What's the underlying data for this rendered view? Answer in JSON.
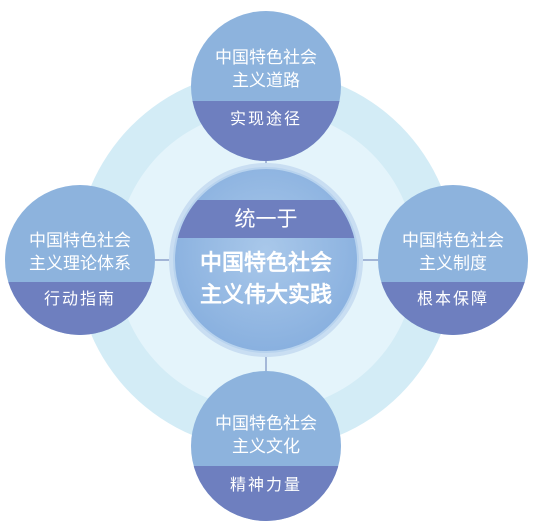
{
  "colors": {
    "outer_ring": "#d3ecf6",
    "inner_ring": "#e4f4fb",
    "node_fill": "#8db3dd",
    "node_band": "#6e7fbf",
    "connector": "#7a8fc0",
    "text": "#ffffff"
  },
  "center": {
    "top_label": "统一于",
    "main_line1": "中国特色社会",
    "main_line2": "主义伟大实践"
  },
  "nodes": {
    "top": {
      "title_line1": "中国特色社会",
      "title_line2": "主义道路",
      "subtitle": "实现途径"
    },
    "left": {
      "title_line1": "中国特色社会",
      "title_line2": "主义理论体系",
      "subtitle": "行动指南"
    },
    "right": {
      "title_line1": "中国特色社会",
      "title_line2": "主义制度",
      "subtitle": "根本保障"
    },
    "bottom": {
      "title_line1": "中国特色社会",
      "title_line2": "主义文化",
      "subtitle": "精神力量"
    }
  }
}
